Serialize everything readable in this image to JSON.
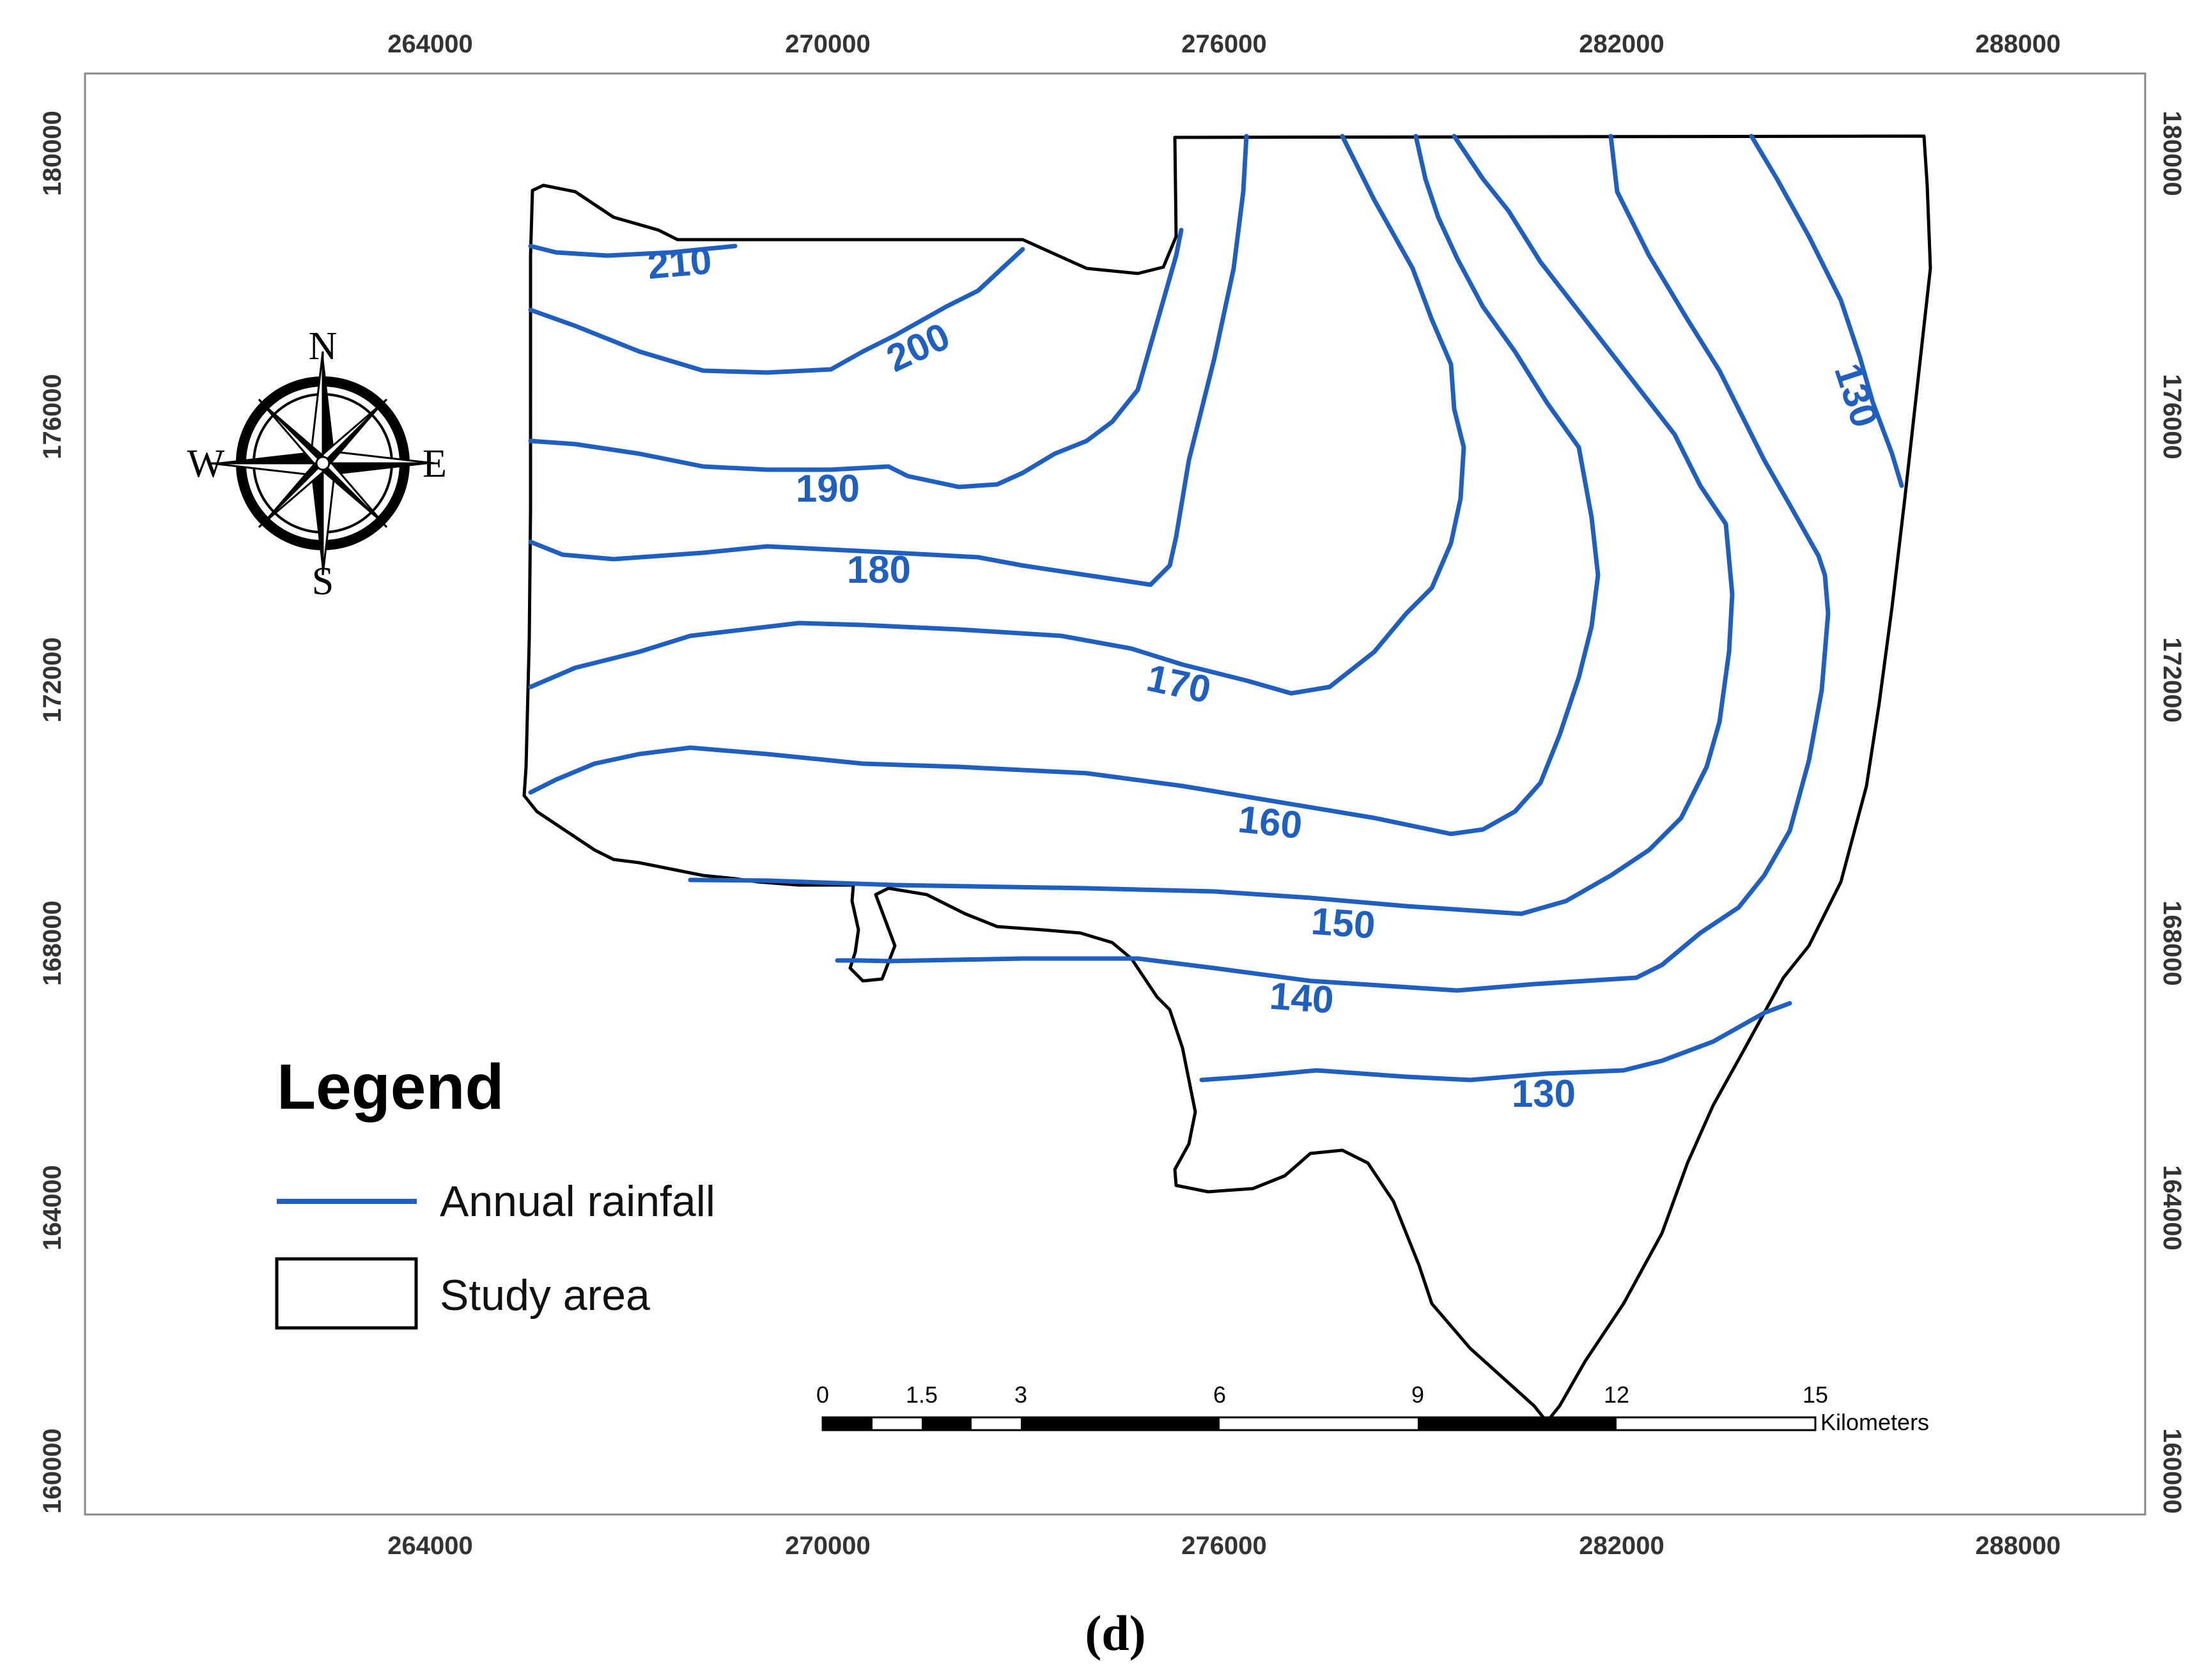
{
  "map": {
    "x_ticks": [
      "264000",
      "270000",
      "276000",
      "282000",
      "288000"
    ],
    "y_ticks": [
      "180000",
      "176000",
      "172000",
      "168000",
      "164000",
      "160000"
    ],
    "contours": [
      {
        "value": 210,
        "label": "210"
      },
      {
        "value": 200,
        "label": "200"
      },
      {
        "value": 190,
        "label": "190"
      },
      {
        "value": 180,
        "label": "180"
      },
      {
        "value": 170,
        "label": "170"
      },
      {
        "value": 160,
        "label": "160"
      },
      {
        "value": 150,
        "label": "150"
      },
      {
        "value": 140,
        "label": "140"
      },
      {
        "value": 130,
        "label": "130"
      },
      {
        "value": 130,
        "label": "130"
      }
    ],
    "compass": {
      "n": "N",
      "s": "S",
      "e": "E",
      "w": "W"
    },
    "scale_bar": {
      "ticks": [
        "0",
        "1.5",
        "3",
        "6",
        "9",
        "12",
        "15"
      ],
      "unit": "Kilometers"
    },
    "legend": {
      "title": "Legend",
      "rainfall_label": "Annual rainfall",
      "study_area_label": "Study area"
    },
    "caption": "(d)",
    "colors": {
      "contour": "#1f5fbf",
      "boundary": "#000000",
      "frame": "#888888"
    }
  }
}
